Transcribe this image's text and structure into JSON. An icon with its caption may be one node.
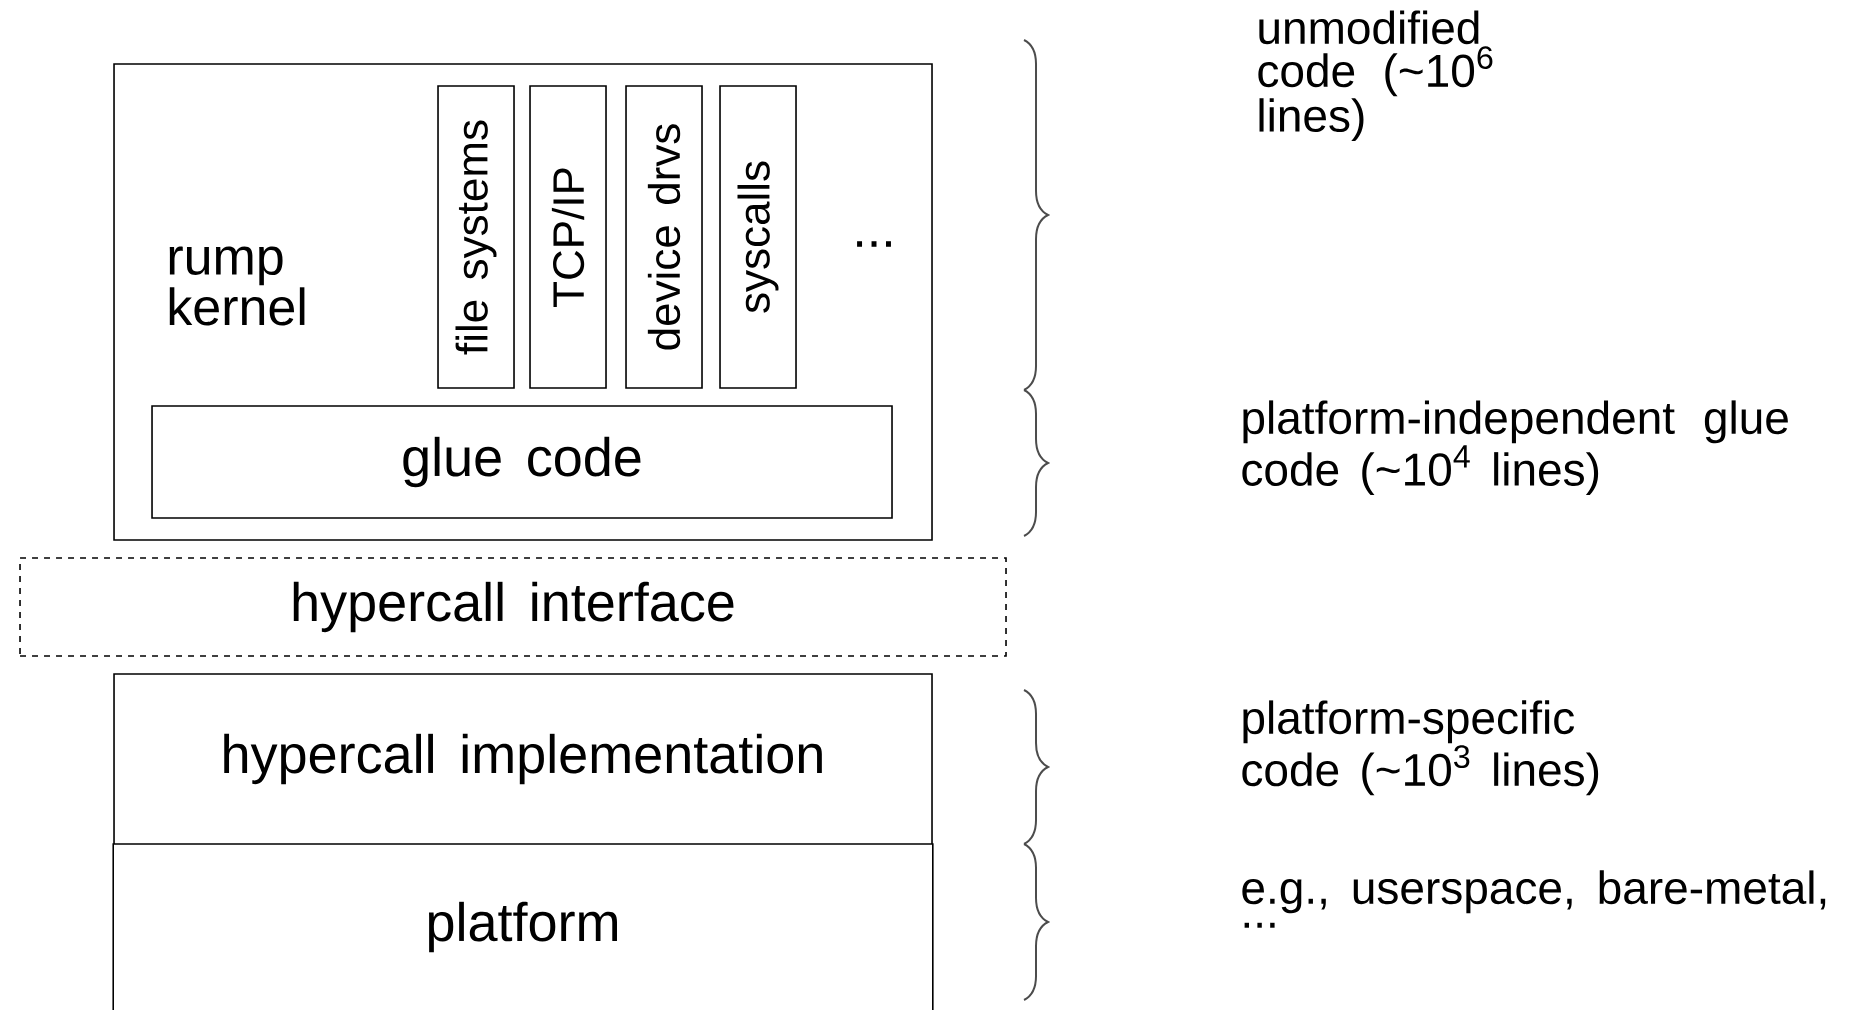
{
  "diagram": {
    "nodes": [
      {
        "text": [
          "rump kernel"
        ]
      },
      {
        "text": [
          "file systems"
        ],
        "in": 0
      },
      {
        "text": [
          "TCP/IP"
        ],
        "in": 0
      },
      {
        "text": [
          "device drvs"
        ],
        "in": 0
      },
      {
        "text": [
          "syscalls"
        ],
        "in": 0
      },
      {
        "text": [
          "glue code"
        ],
        "in": 0
      },
      {
        "text": [
          "hypercall interface"
        ]
      },
      {
        "text": [
          "hypercall implementation"
        ]
      },
      {
        "text": [
          "platform"
        ]
      }
    ],
    "labels": [
      "...",
      "unmodified code (~10$^{6}$ lines)",
      "platform-independent glue code (~10$^{4}$ lines)",
      "platform-specific code (~10$^{3}$ lines)",
      "e.g., userspace, bare-metal, ..."
    ]
  }
}
